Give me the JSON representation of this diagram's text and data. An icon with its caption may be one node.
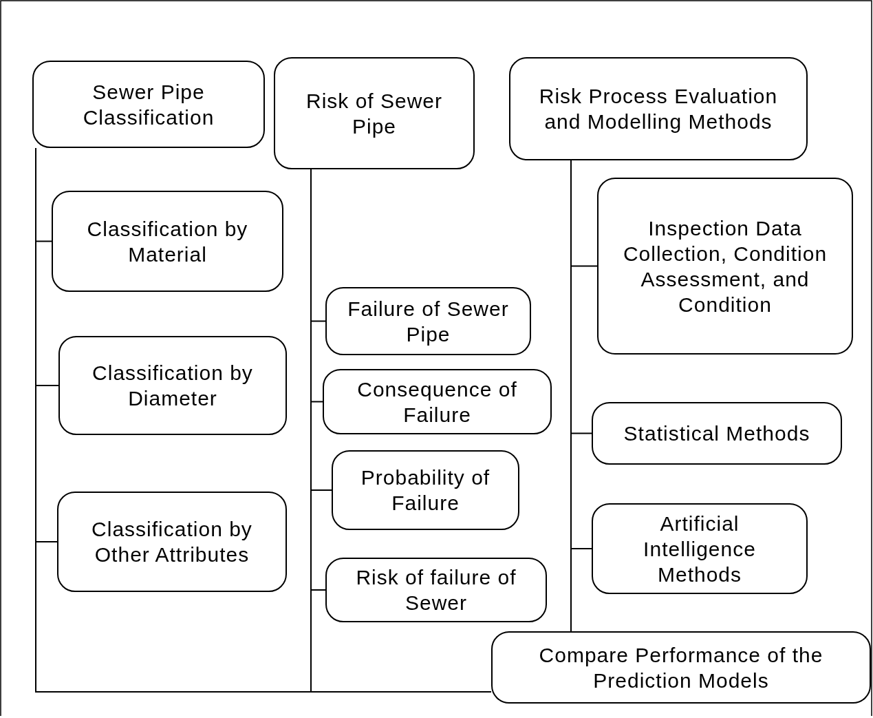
{
  "diagram": {
    "nodes": [
      {
        "text": [
          "Sewer Pipe Classification"
        ]
      },
      {
        "text": [
          "Risk of Sewer Pipe"
        ]
      },
      {
        "text": [
          "Risk Process Evaluation and Modelling Methods"
        ]
      },
      {
        "text": [
          "Classification by Material"
        ]
      },
      {
        "text": [
          "Classification by Diameter"
        ]
      },
      {
        "text": [
          "Classification by Other Attributes"
        ]
      },
      {
        "text": [
          "Failure of Sewer Pipe"
        ]
      },
      {
        "text": [
          "Consequence of Failure"
        ]
      },
      {
        "text": [
          "Probability of Failure"
        ]
      },
      {
        "text": [
          "Risk of failure of Sewer"
        ]
      },
      {
        "text": [
          "Inspection Data Collection, Condition Assessment, and Condition"
        ]
      },
      {
        "text": [
          "Statistical Methods"
        ]
      },
      {
        "text": [
          "Artificial Intelligence Methods"
        ]
      },
      {
        "text": [
          "Compare Performance of the Prediction Models"
        ]
      }
    ],
    "edges": [
      {
        "from": 0,
        "to": 3,
        "arrow": "none"
      },
      {
        "from": 0,
        "to": 4,
        "arrow": "none"
      },
      {
        "from": 0,
        "to": 5,
        "arrow": "none"
      },
      {
        "from": 0,
        "to": 13,
        "arrow": "none"
      },
      {
        "from": 1,
        "to": 6,
        "arrow": "none"
      },
      {
        "from": 1,
        "to": 7,
        "arrow": "none"
      },
      {
        "from": 1,
        "to": 8,
        "arrow": "none"
      },
      {
        "from": 1,
        "to": 9,
        "arrow": "none"
      },
      {
        "from": 1,
        "to": 13,
        "arrow": "none"
      },
      {
        "from": 2,
        "to": 10,
        "arrow": "none"
      },
      {
        "from": 2,
        "to": 11,
        "arrow": "none"
      },
      {
        "from": 2,
        "to": 12,
        "arrow": "none"
      },
      {
        "from": 2,
        "to": 13,
        "arrow": "none"
      }
    ]
  }
}
